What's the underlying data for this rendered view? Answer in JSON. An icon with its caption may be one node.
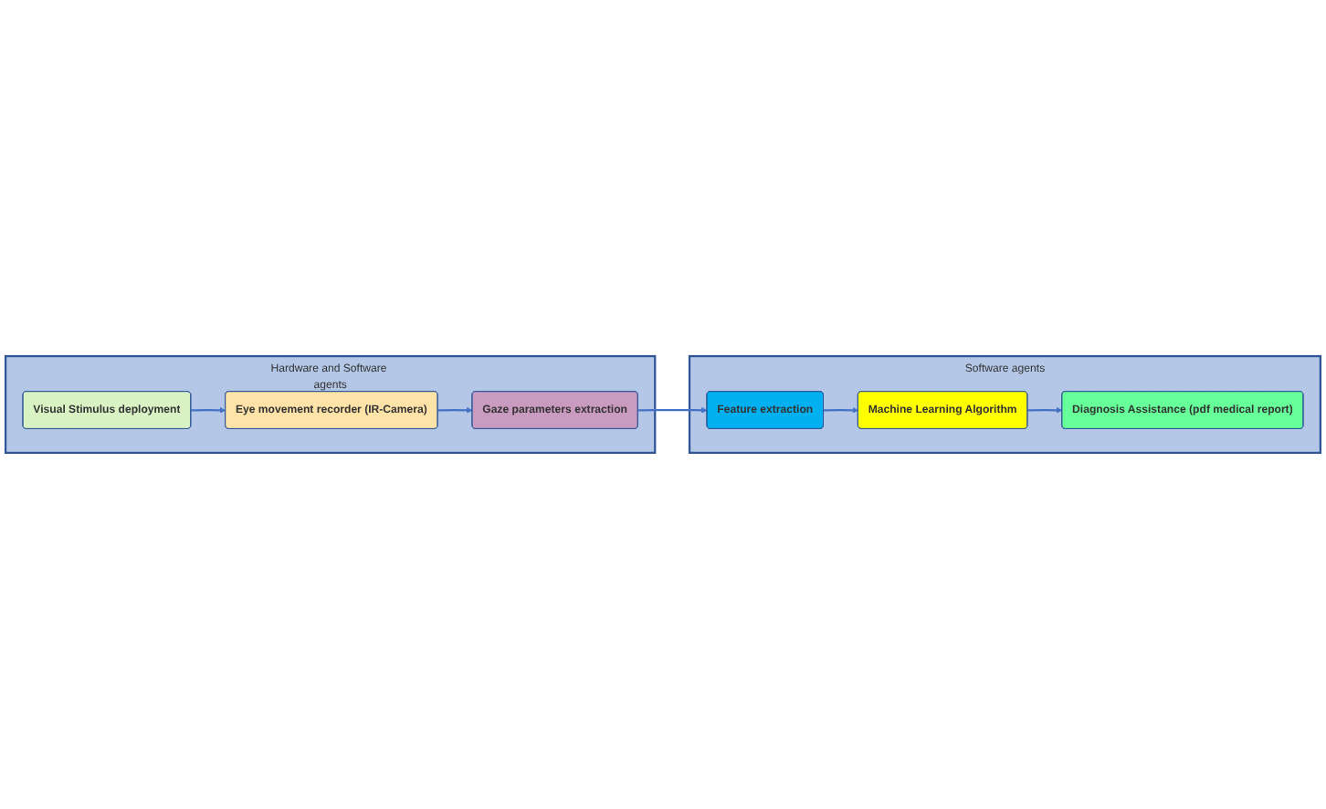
{
  "diagram": {
    "nodes": [
      {
        "text": [
          "Hardware and Software agents"
        ]
      },
      {
        "text": [
          "Visual Stimulus deployment"
        ],
        "in": 0
      },
      {
        "text": [
          "Eye movement recorder (IR-Camera)"
        ],
        "in": 0
      },
      {
        "text": [
          "Gaze parameters extraction"
        ],
        "in": 0
      },
      {
        "text": [
          "Software agents"
        ]
      },
      {
        "text": [
          "Feature extraction"
        ],
        "in": 4
      },
      {
        "text": [
          "Machine Learning Algorithm"
        ],
        "in": 4
      },
      {
        "text": [
          "Diagnosis Assistance (pdf medical report)"
        ],
        "in": 4
      }
    ],
    "edges": [
      {
        "from": 1,
        "to": 2,
        "arrow": "to"
      },
      {
        "from": 2,
        "to": 3,
        "arrow": "to"
      },
      {
        "from": 3,
        "to": 5,
        "arrow": "to"
      },
      {
        "from": 5,
        "to": 6,
        "arrow": "to"
      },
      {
        "from": 6,
        "to": 7,
        "arrow": "to"
      }
    ]
  }
}
